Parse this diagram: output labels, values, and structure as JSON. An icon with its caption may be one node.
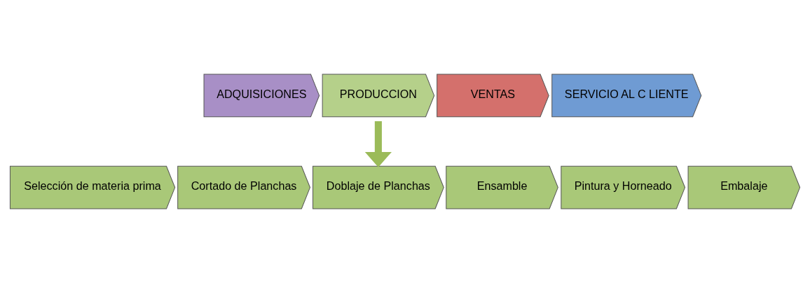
{
  "diagram": {
    "nodes": [
      {
        "text": [
          "ADQUISICIONES"
        ]
      },
      {
        "text": [
          "PRODUCCION"
        ]
      },
      {
        "text": [
          "VENTAS"
        ]
      },
      {
        "text": [
          "SERVICIO AL C LIENTE"
        ]
      },
      {
        "text": [
          "Selección de materia prima"
        ]
      },
      {
        "text": [
          "Cortado de Planchas"
        ]
      },
      {
        "text": [
          "Doblaje de Planchas"
        ]
      },
      {
        "text": [
          "Ensamble"
        ]
      },
      {
        "text": [
          "Pintura y Horneado"
        ]
      },
      {
        "text": [
          "Embalaje"
        ]
      }
    ],
    "edges": [
      {
        "from": 1,
        "to": 6,
        "arrow": "to"
      }
    ]
  }
}
